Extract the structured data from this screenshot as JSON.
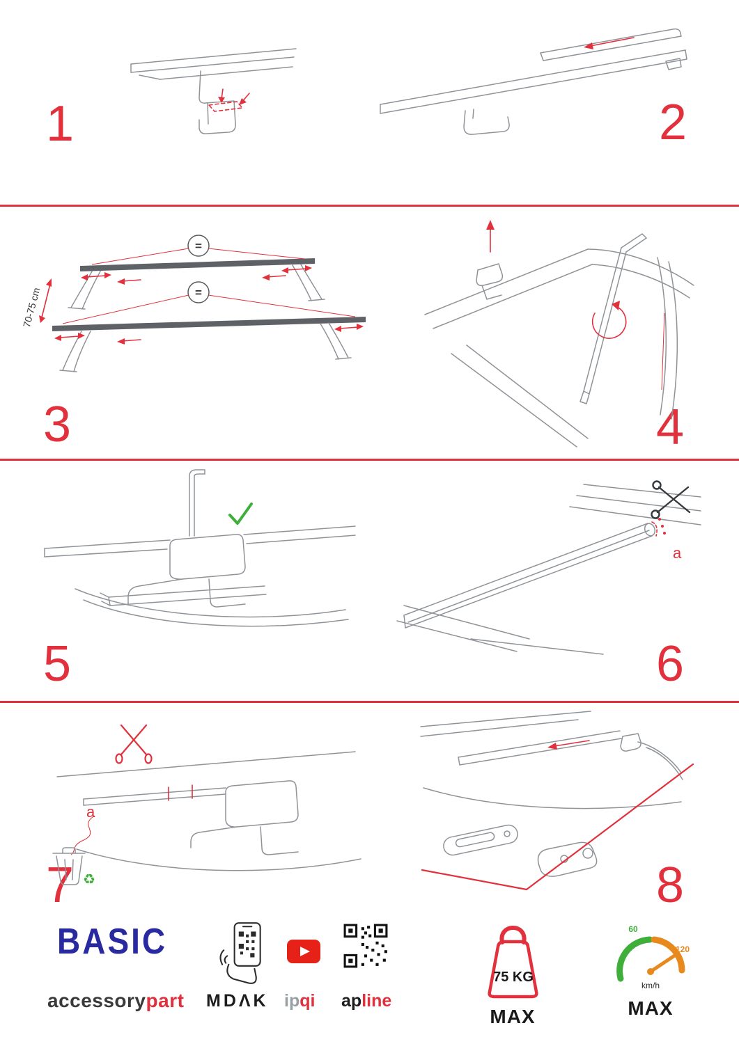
{
  "page": {
    "background": "#ffffff",
    "accent_red": "#e2303c"
  },
  "icons": {
    "recycle": "♻"
  },
  "steps": [
    {
      "number": "1"
    },
    {
      "number": "2"
    },
    {
      "number": "3",
      "dimension_label": "70-75 cm",
      "equal_symbol": "="
    },
    {
      "number": "4"
    },
    {
      "number": "5"
    },
    {
      "number": "6",
      "part_label": "a"
    },
    {
      "number": "7",
      "part_label": "a"
    },
    {
      "number": "8"
    }
  ],
  "footer": {
    "product_line": "BASIC",
    "brand": {
      "black": "accessory",
      "red": "part"
    },
    "partner_mdak": "MDΛK",
    "partner_ipqi": {
      "gray": "ip",
      "red": "qi"
    },
    "partner_apline": {
      "black": "ap",
      "red": "line"
    },
    "weight_limit": {
      "value": "75 KG",
      "label": "MAX"
    },
    "speed_limit": {
      "low": "60",
      "high": "120",
      "unit": "km/h",
      "label": "MAX"
    }
  }
}
